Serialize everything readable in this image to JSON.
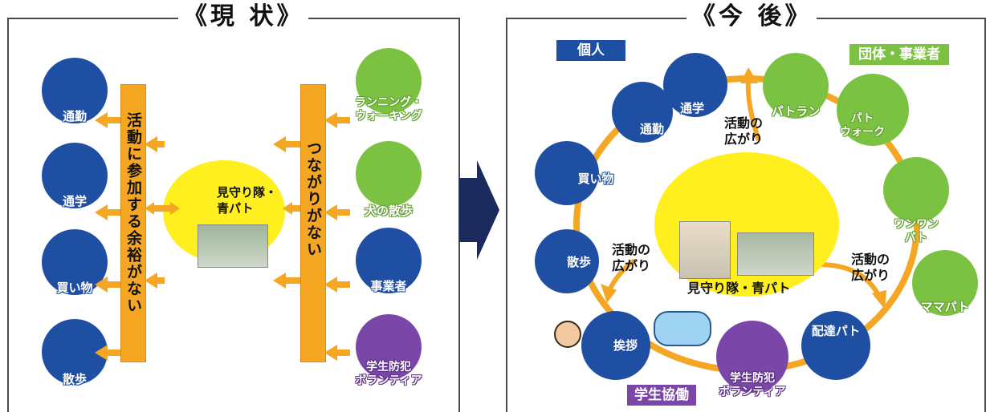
{
  "left": {
    "title": "《現 状》",
    "left_circles": [
      "通勤",
      "通学",
      "買い物",
      "散歩"
    ],
    "bar_left": "活動に参加する余裕がない",
    "center": "見守り隊・\n青パト",
    "bar_right": "つながりがない",
    "right_circles": [
      "ランニング・\nウォーキング",
      "犬の散歩",
      "事業者",
      "学生防犯\nボランティア"
    ]
  },
  "right": {
    "title": "《今 後》",
    "tag_individual": "個人",
    "tag_group": "団体・事業者",
    "tag_student": "学生協働",
    "ring": [
      "通勤",
      "通学",
      "パトラン",
      "パト\nウォーク",
      "ワンワン\nパト",
      "ママパト",
      "配達パト",
      "学生防犯\nボランティア",
      "挨拶",
      "散歩",
      "買い物"
    ],
    "spread_labels": [
      "活動の\n広がり",
      "活動の\n広がり",
      "活動の\n広がり"
    ],
    "center": "見守り隊・青パト"
  },
  "colors": {
    "individual": "#1f4fa3",
    "group": "#7cc242",
    "student": "#7a46a8",
    "arrow": "#f5a623",
    "center": "#ffef1e",
    "transition_arrow": "#1a2a5c"
  }
}
